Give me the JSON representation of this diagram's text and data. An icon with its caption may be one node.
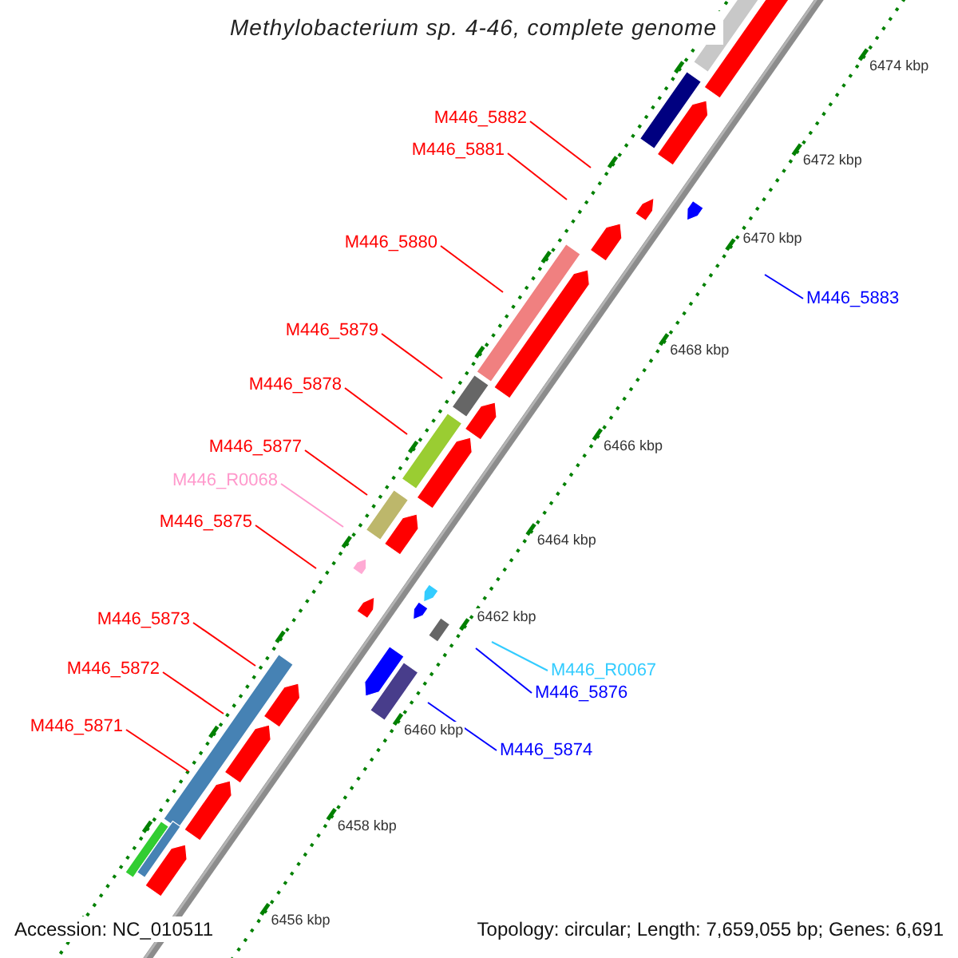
{
  "diagram": {
    "title": "Methylobacterium sp. 4-46, complete genome",
    "nodes": [
      {
        "text": [
          "M446_5882"
        ]
      },
      {
        "text": [
          "M446_5881"
        ]
      },
      {
        "text": [
          "M446_5883"
        ]
      },
      {
        "text": [
          "M446_5880"
        ]
      },
      {
        "text": [
          "M446_5879"
        ]
      },
      {
        "text": [
          "M446_5878"
        ]
      },
      {
        "text": [
          "M446_5877"
        ]
      },
      {
        "text": [
          "M446_R0068"
        ]
      },
      {
        "text": [
          "M446_5875"
        ]
      },
      {
        "text": [
          "M446_5873"
        ]
      },
      {
        "text": [
          "M446_R0067"
        ]
      },
      {
        "text": [
          "M446_5876"
        ]
      },
      {
        "text": [
          "M446_5872"
        ]
      },
      {
        "text": [
          "M446_5871"
        ]
      },
      {
        "text": [
          "M446_5874"
        ]
      }
    ],
    "edges": [
      {
        "from": 0,
        "to": null,
        "arrow": "none"
      },
      {
        "from": 1,
        "to": null,
        "arrow": "none"
      },
      {
        "from": 2,
        "to": null,
        "arrow": "none",
        "color": "#0000ff"
      },
      {
        "from": 3,
        "to": null,
        "arrow": "none"
      },
      {
        "from": 4,
        "to": null,
        "arrow": "none"
      },
      {
        "from": 5,
        "to": null,
        "arrow": "none"
      },
      {
        "from": 6,
        "to": null,
        "arrow": "none"
      },
      {
        "from": 7,
        "to": null,
        "arrow": "none",
        "color": "#ff99cc"
      },
      {
        "from": 8,
        "to": null,
        "arrow": "none"
      },
      {
        "from": 9,
        "to": null,
        "arrow": "none"
      },
      {
        "from": 10,
        "to": null,
        "arrow": "none",
        "color": "#33ccff"
      },
      {
        "from": 11,
        "to": null,
        "arrow": "none",
        "color": "#0000ff"
      },
      {
        "from": 12,
        "to": null,
        "arrow": "none"
      },
      {
        "from": 13,
        "to": null,
        "arrow": "none"
      },
      {
        "from": 14,
        "to": null,
        "arrow": "none",
        "color": "#0000ff"
      }
    ],
    "labels": [
      "6474 kbp",
      "6472 kbp",
      "6470 kbp",
      "6468 kbp",
      "6466 kbp",
      "6464 kbp",
      "6462 kbp",
      "6460 kbp",
      "6458 kbp",
      "6456 kbp",
      "Accession: NC_010511",
      "Topology: circular; Length: 7,659,055 bp; Genes: 6,691"
    ]
  }
}
